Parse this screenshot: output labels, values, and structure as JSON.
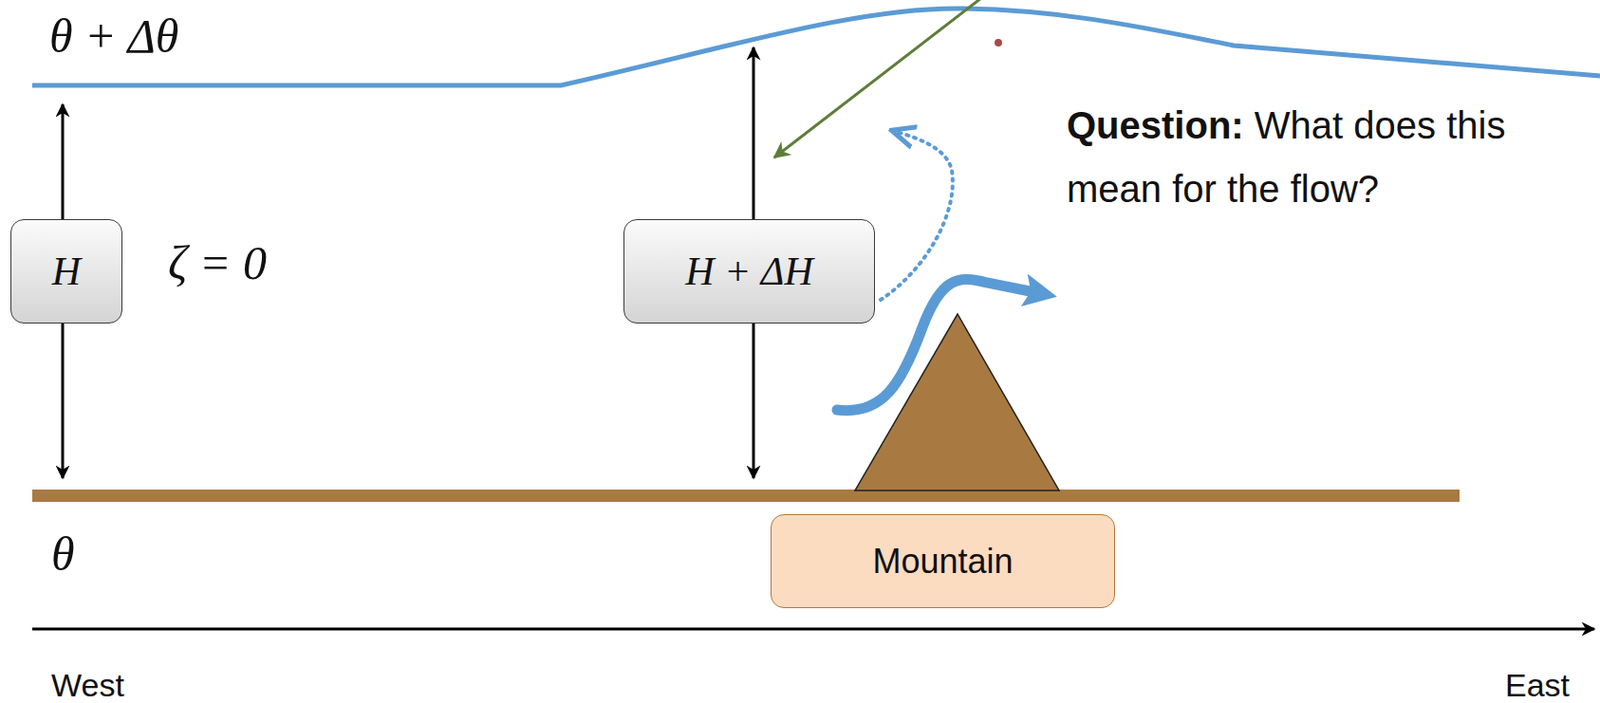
{
  "diagram": {
    "nodes": [
      {
        "text": [
          "H"
        ]
      },
      {
        "text": [
          "H + ΔH"
        ]
      },
      {
        "text": [
          "Question:",
          "What does this mean for the flow?"
        ]
      },
      {
        "text": [
          "Mountain"
        ]
      }
    ],
    "labels": [
      "θ + Δθ",
      "ζ = 0",
      "θ",
      "West",
      "East"
    ]
  }
}
